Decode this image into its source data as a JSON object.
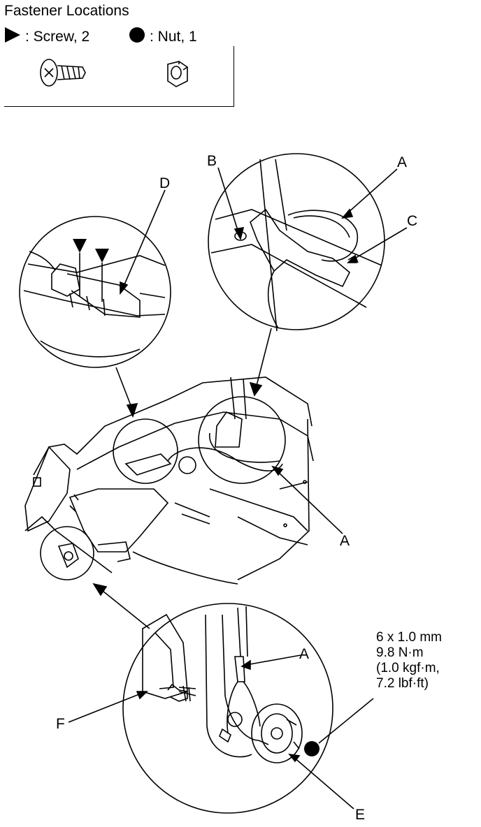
{
  "legend": {
    "title": "Fastener Locations",
    "screw": {
      "icon": "triangle-right-icon",
      "label": ": Screw, 2"
    },
    "nut": {
      "icon": "filled-circle-icon",
      "label": ": Nut, 1"
    }
  },
  "callouts": {
    "a_top": "A",
    "b": "B",
    "c": "C",
    "d": "D",
    "a_mid": "A",
    "a_lower": "A",
    "e": "E",
    "f": "F"
  },
  "torque": {
    "line1": "6 x 1.0 mm",
    "line2": "9.8 N·m",
    "line3": "(1.0 kgf·m,",
    "line4": "7.2 lbf·ft)"
  }
}
